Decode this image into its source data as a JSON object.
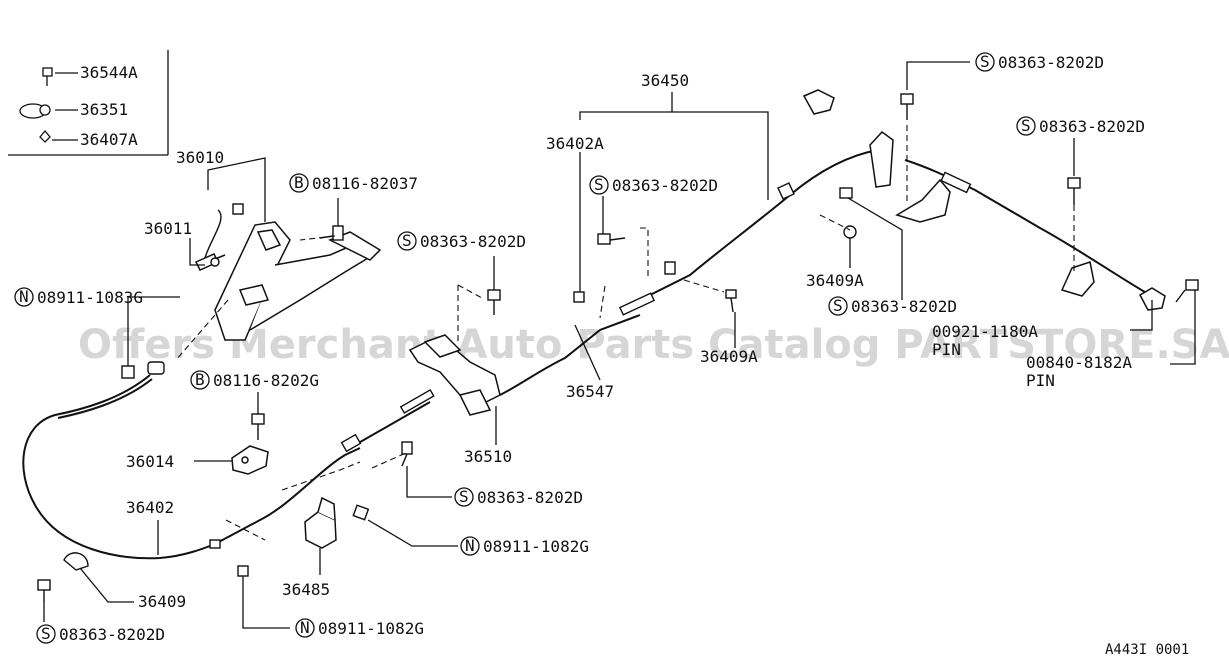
{
  "watermark": "Offers Merchant Auto Parts Catalog PARTSTORE.SA",
  "figure_code": "A443I 0001",
  "inset_callouts": [
    {
      "id": "inset-36544a",
      "text": "36544A"
    },
    {
      "id": "inset-36351",
      "text": "36351"
    },
    {
      "id": "inset-36407a",
      "text": "36407A"
    }
  ],
  "callouts": [
    {
      "id": "c-36010",
      "text": "36010"
    },
    {
      "id": "c-36011",
      "text": "36011"
    },
    {
      "id": "c-08116-82037",
      "prefix": "B",
      "text": "08116-82037"
    },
    {
      "id": "c-08911-1083g",
      "prefix": "N",
      "text": "08911-1083G"
    },
    {
      "id": "c-08363-8202d-a",
      "prefix": "S",
      "text": "08363-8202D"
    },
    {
      "id": "c-08363-8202d-b",
      "prefix": "S",
      "text": "08363-8202D"
    },
    {
      "id": "c-36402a",
      "text": "36402A"
    },
    {
      "id": "c-36450",
      "text": "36450"
    },
    {
      "id": "c-08363-8202d-c",
      "prefix": "S",
      "text": "08363-8202D"
    },
    {
      "id": "c-08363-8202d-d",
      "prefix": "S",
      "text": "08363-8202D"
    },
    {
      "id": "c-08116-8202g",
      "prefix": "B",
      "text": "08116-8202G"
    },
    {
      "id": "c-36014",
      "text": "36014"
    },
    {
      "id": "c-36409a-1",
      "text": "36409A"
    },
    {
      "id": "c-08363-8202d-e",
      "prefix": "S",
      "text": "08363-8202D"
    },
    {
      "id": "c-36547",
      "text": "36547"
    },
    {
      "id": "c-36409a-2",
      "text": "36409A"
    },
    {
      "id": "c-00921-pin-text",
      "text": "00921-1180A"
    },
    {
      "id": "c-pin-1",
      "text": "PIN"
    },
    {
      "id": "c-00840",
      "text": "00840-8182A"
    },
    {
      "id": "c-pin-2",
      "text": "PIN"
    },
    {
      "id": "c-36510",
      "text": "36510"
    },
    {
      "id": "c-08363-8202d-f",
      "prefix": "S",
      "text": "08363-8202D"
    },
    {
      "id": "c-36402",
      "text": "36402"
    },
    {
      "id": "c-08911-1082g-a",
      "prefix": "N",
      "text": "08911-1082G"
    },
    {
      "id": "c-36485",
      "text": "36485"
    },
    {
      "id": "c-36409",
      "text": "36409"
    },
    {
      "id": "c-08363-8202d-g",
      "prefix": "S",
      "text": "08363-8202D"
    },
    {
      "id": "c-08911-1082g-b",
      "prefix": "N",
      "text": "08911-1082G"
    }
  ]
}
